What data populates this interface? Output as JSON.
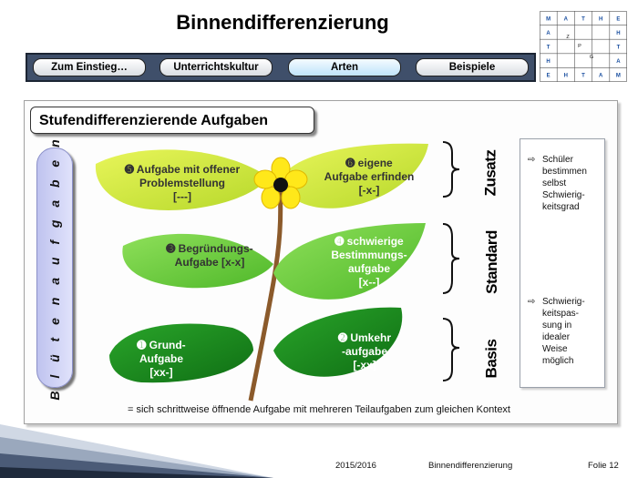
{
  "title": "Binnendifferenzierung",
  "nav": {
    "items": [
      {
        "label": "Zum Einstieg…"
      },
      {
        "label": "Unterrichtskultur"
      },
      {
        "label": "Arten"
      },
      {
        "label": "Beispiele"
      }
    ]
  },
  "logo_grid": {
    "rows": [
      [
        "M",
        "A",
        "T",
        "H",
        "E"
      ],
      [
        "A",
        "",
        "",
        "",
        "H"
      ],
      [
        "T",
        "",
        "P",
        "",
        "T"
      ],
      [
        "H",
        "",
        "",
        "G",
        "A"
      ],
      [
        "E",
        "H",
        "T",
        "A",
        "M"
      ]
    ],
    "center": [
      "Z"
    ]
  },
  "section_title": "Stufendifferenzierende Aufgaben",
  "pill_label": "B l ü t e n a u f g a b e n",
  "leaves": {
    "l1_line1": "➊ Grund-",
    "l1_line2": "Aufgabe",
    "l1_line3": "[xx-]",
    "l2_line1": "➋ Umkehr",
    "l2_line2": "-aufgabe",
    "l2_line3": "[-xx]",
    "l3_line1": "➌ Begründungs-",
    "l3_line2": "Aufgabe [x-x]",
    "l4_line1": "➍ schwierige",
    "l4_line2": "Bestimmungs-",
    "l4_line3": "aufgabe",
    "l4_line4": "[x--]",
    "l5_line1": "➎ Aufgabe mit offener",
    "l5_line2": "Problemstellung",
    "l5_line3": "[---]",
    "l6_line1": "➏ eigene",
    "l6_line2": "Aufgabe erfinden",
    "l6_line3": "[-x-]"
  },
  "levels": {
    "zusatz": "Zusatz",
    "standard": "Standard",
    "basis": "Basis"
  },
  "notes": {
    "arrow": "⇨",
    "n1_l1": "Schüler",
    "n1_l2": "bestimmen",
    "n1_l3": "selbst",
    "n1_l4": "Schwierig-",
    "n1_l5": "keitsgrad",
    "n2_l1": "Schwierig-",
    "n2_l2": "keitspas-",
    "n2_l3": "sung in",
    "n2_l4": "idealer",
    "n2_l5": "Weise",
    "n2_l6": "möglich"
  },
  "caption": "= sich schrittweise öffnende Aufgabe mit mehreren Teilaufgaben zum gleichen Kontext",
  "footer": {
    "year": "2015/2016",
    "topic": "Binnendifferenzierung",
    "slide": "Folie 12"
  },
  "colors": {
    "nav_bg": "#3f4f6a",
    "leaf_dark": "#1e8a1e",
    "leaf_mid": "#6fcf3a",
    "leaf_light": "#cde93a",
    "flower": "#ffe81a",
    "stem": "#8b5a2b"
  }
}
